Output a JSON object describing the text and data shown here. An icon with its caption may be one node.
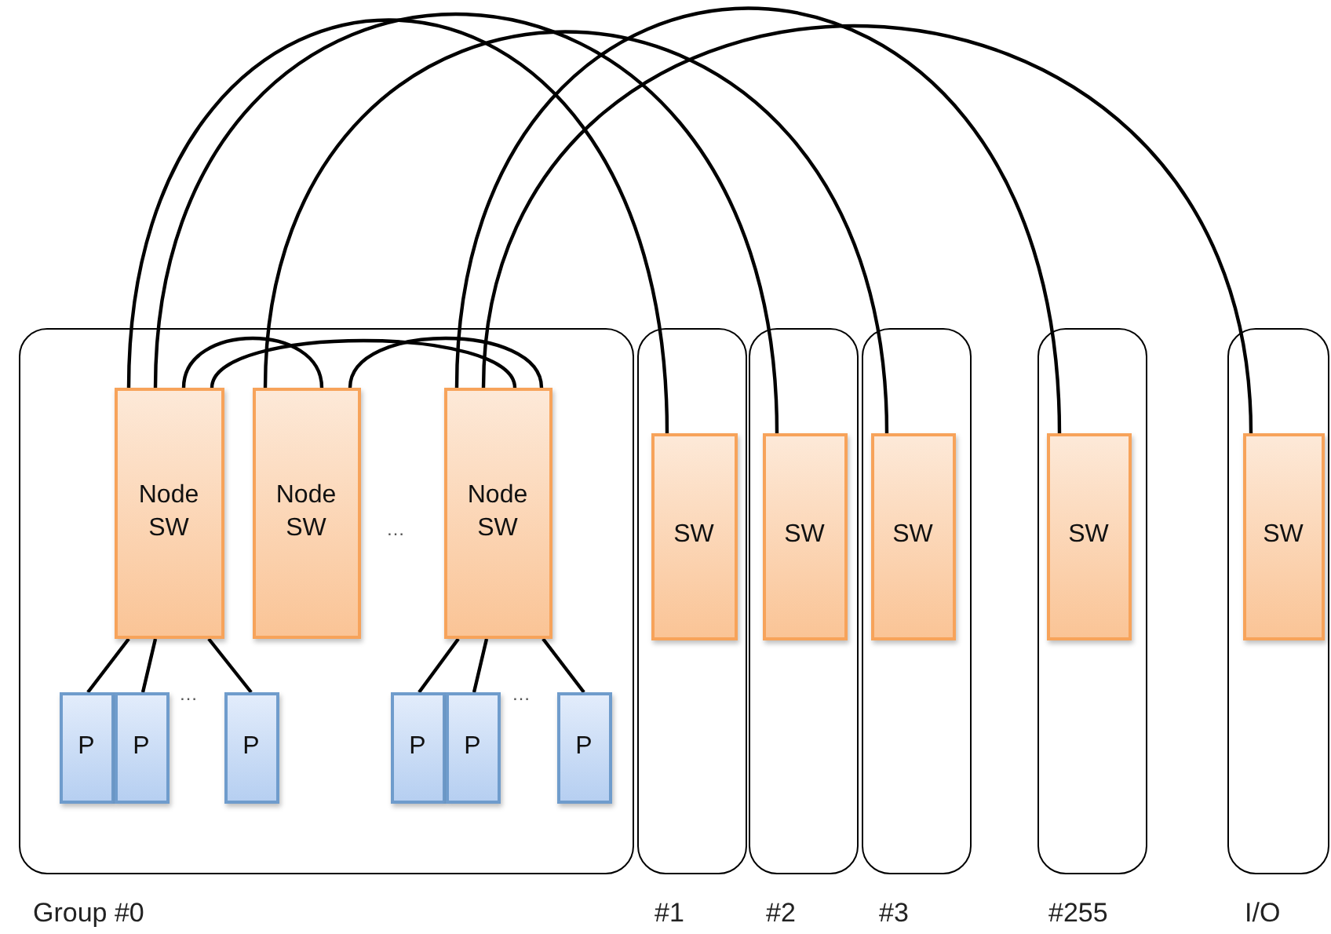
{
  "diagram": {
    "nodes": [
      {
        "text": [
          "Group #0"
        ]
      },
      {
        "text": [
          "Node SW"
        ],
        "in": 0
      },
      {
        "text": [
          "Node SW"
        ],
        "in": 0
      },
      {
        "text": [
          "Node SW"
        ],
        "in": 0
      },
      {
        "text": [
          "P"
        ],
        "in": 0
      },
      {
        "text": [
          "P"
        ],
        "in": 0
      },
      {
        "text": [
          "P"
        ],
        "in": 0
      },
      {
        "text": [
          "P"
        ],
        "in": 0
      },
      {
        "text": [
          "P"
        ],
        "in": 0
      },
      {
        "text": [
          "P"
        ],
        "in": 0
      },
      {
        "text": [
          "#1"
        ]
      },
      {
        "text": [
          "SW"
        ],
        "in": 10
      },
      {
        "text": [
          "#2"
        ]
      },
      {
        "text": [
          "SW"
        ],
        "in": 12
      },
      {
        "text": [
          "#3"
        ]
      },
      {
        "text": [
          "SW"
        ],
        "in": 14
      },
      {
        "text": [
          "#255"
        ]
      },
      {
        "text": [
          "SW"
        ],
        "in": 16
      },
      {
        "text": [
          "I/O"
        ]
      },
      {
        "text": [
          "SW"
        ],
        "in": 18
      }
    ],
    "edges": [
      {
        "from": 1,
        "to": 11,
        "arrow": "none"
      },
      {
        "from": 1,
        "to": 13,
        "arrow": "none"
      },
      {
        "from": 2,
        "to": 15,
        "arrow": "none"
      },
      {
        "from": 3,
        "to": 17,
        "arrow": "none"
      },
      {
        "from": 3,
        "to": 19,
        "arrow": "none"
      },
      {
        "from": 1,
        "to": 2,
        "arrow": "none"
      },
      {
        "from": 1,
        "to": 3,
        "arrow": "none"
      },
      {
        "from": 2,
        "to": 3,
        "arrow": "none"
      },
      {
        "from": 1,
        "to": 4,
        "arrow": "none"
      },
      {
        "from": 1,
        "to": 5,
        "arrow": "none"
      },
      {
        "from": 1,
        "to": 6,
        "arrow": "none"
      },
      {
        "from": 3,
        "to": 7,
        "arrow": "none"
      },
      {
        "from": 3,
        "to": 8,
        "arrow": "none"
      },
      {
        "from": 3,
        "to": 9,
        "arrow": "none"
      }
    ],
    "labels": [
      "…",
      "…",
      "…"
    ]
  }
}
